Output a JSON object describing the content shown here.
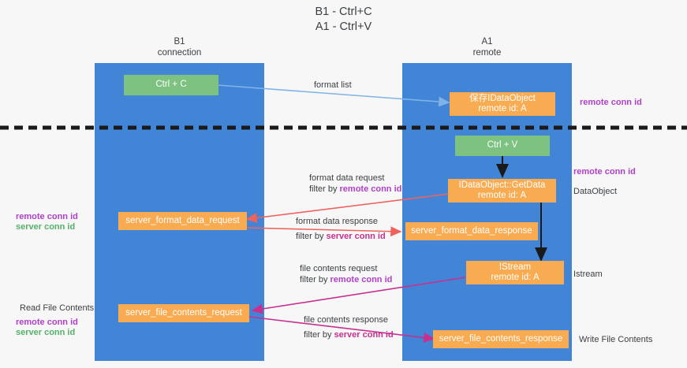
{
  "title": "B1 - Ctrl+C\nA1 - Ctrl+V",
  "lanes": [
    {
      "name": "lane-b1",
      "title": "B1\nconnection",
      "label_top": "B1",
      "label_sub": "connection"
    },
    {
      "name": "lane-a1",
      "title": "A1\nremote",
      "label_top": "A1",
      "label_sub": "remote"
    }
  ],
  "nodes": {
    "ctrl_c": {
      "label": "Ctrl + C",
      "color": "#7dc281"
    },
    "ctrl_v": {
      "label": "Ctrl + V",
      "color": "#7dc281"
    },
    "data_object_register": {
      "line1": "保存IDataObject",
      "line2": "remote id: A",
      "color": "#f9ab51"
    },
    "get_data": {
      "line1": "IDataObject::GetData",
      "line2": "remote id: A",
      "color": "#f9ab51"
    },
    "istream": {
      "line1": "IStream",
      "line2": "remote id: A",
      "color": "#f9ab51"
    },
    "server_format_data_request": {
      "label": "server_format_data_request",
      "color": "#f9ab51"
    },
    "server_format_data_response": {
      "label": "server_format_data_response",
      "color": "#f9ab51"
    },
    "server_file_contents_request": {
      "label": "server_file_contents_request",
      "color": "#f9ab51"
    },
    "server_file_contents_response": {
      "label": "server_file_contents_response",
      "color": "#f9ab51"
    }
  },
  "edge_labels": {
    "format_list": {
      "line1": "format list"
    },
    "format_data_request": {
      "line1": "format data request",
      "line2_prefix": "filter by ",
      "line2_key": "remote conn id"
    },
    "format_data_response": {
      "line1": "format data response",
      "line2_prefix": "filter by ",
      "line2_key": "server conn id"
    },
    "file_contents_request": {
      "line1": "file contents request",
      "line2_prefix": "filter by ",
      "line2_key": "remote conn id"
    },
    "file_contents_response": {
      "line1": "file contents response",
      "line2_prefix": "filter by ",
      "line2_key": "server conn id"
    }
  },
  "annotations": {
    "right_remote_conn_id_top": "remote conn id",
    "right_remote_conn_id_mid": "remote conn id",
    "right_dataobject": "DataObject",
    "right_istream": "Istream",
    "right_write_file_contents": "Write File Contents",
    "left_read_file_contents": "Read File Contents",
    "left_remote_conn_id_mid": "remote conn id",
    "left_server_conn_id_mid": "server conn id",
    "left_remote_conn_id_low": "remote conn id",
    "left_server_conn_id_low": "server conn id"
  },
  "colors": {
    "lane": "#4285d6",
    "node_orange": "#f9ab51",
    "node_green": "#7dc281",
    "arrow_blue": "#7fb3e8",
    "arrow_red": "#f0625c",
    "arrow_magenta": "#c7308f",
    "arrow_black": "#1a1a1a",
    "divider": "#1a1a1a",
    "text_purple": "#b040c8",
    "text_green": "#55b06a",
    "background": "#f7f7f8"
  }
}
